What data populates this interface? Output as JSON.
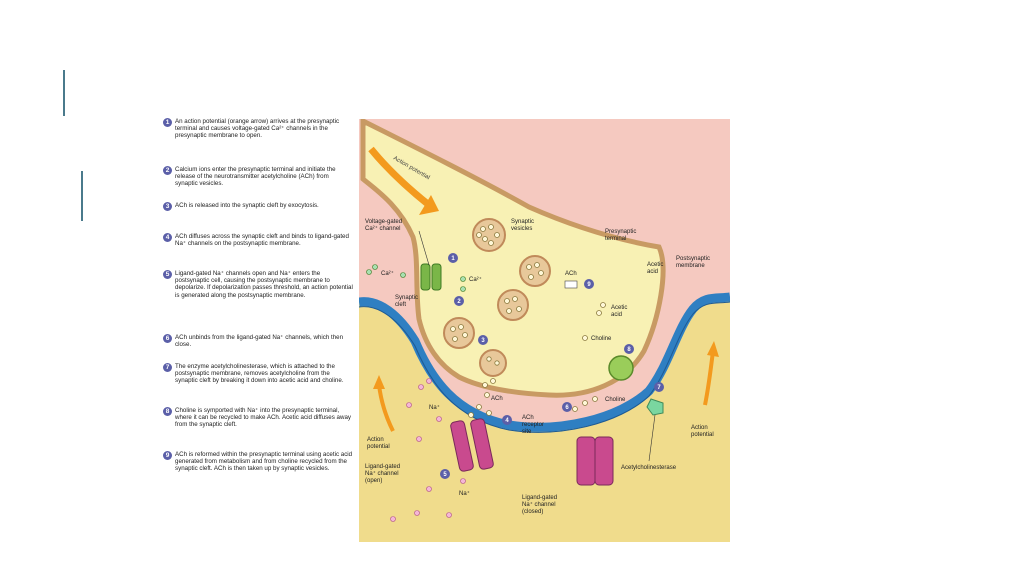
{
  "steps": [
    {
      "num": "1",
      "text": "An action potential (orange arrow) arrives at the presynaptic terminal and causes voltage-gated Ca²⁺ channels in the presynaptic membrane to open."
    },
    {
      "num": "2",
      "text": "Calcium ions enter the presynaptic terminal and initiate the release of the neurotransmitter acetylcholine (ACh) from synaptic vesicles."
    },
    {
      "num": "3",
      "text": "ACh is released into the synaptic cleft by exocytosis."
    },
    {
      "num": "4",
      "text": "ACh diffuses across the synaptic cleft and binds to ligand-gated Na⁺ channels on the postsynaptic membrane."
    },
    {
      "num": "5",
      "text": "Ligand-gated Na⁺ channels open and Na⁺ enters the postsynaptic cell, causing the postsynaptic membrane to depolarize. If depolarization passes threshold, an action potential is generated along the postsynaptic membrane."
    },
    {
      "num": "6",
      "text": "ACh unbinds from the ligand-gated Na⁺ channels, which then close."
    },
    {
      "num": "7",
      "text": "The enzyme acetylcholinesterase, which is attached to the postsynaptic membrane, removes acetylcholine from the synaptic cleft by breaking it down into acetic acid and choline."
    },
    {
      "num": "8",
      "text": "Choline is symported with Na⁺ into the presynaptic terminal, where it can be recycled to make ACh. Acetic acid diffuses away from the synaptic cleft."
    },
    {
      "num": "9",
      "text": "ACh is reformed within the presynaptic terminal using acetic acid generated from metabolism and from choline recycled from the synaptic cleft. ACh is then taken up by synaptic vesicles."
    }
  ],
  "labels": {
    "action_potential_top": "Action potential",
    "voltage_gated": "Voltage-gated",
    "ca_channel": "Ca²⁺ channel",
    "ca_left": "Ca²⁺",
    "ca_right": "Ca²⁺",
    "synaptic": "Synaptic",
    "vesicles": "vesicles",
    "presynaptic": "Presynaptic",
    "terminal": "terminal",
    "postsynaptic": "Postsynaptic",
    "membrane": "membrane",
    "ach_inside": "ACh",
    "acetic": "Acetic",
    "acid": "acid",
    "acetic_out": "Acetic",
    "acid_out": "acid",
    "choline_inside": "Choline",
    "choline_out": "Choline",
    "synaptic_cleft1": "Synaptic",
    "synaptic_cleft2": "cleft",
    "na_left": "Na⁺",
    "ach_cleft": "ACh",
    "ach_receptor1": "ACh",
    "ach_receptor2": "receptor",
    "ach_receptor3": "site",
    "ap_left1": "Action",
    "ap_left2": "potential",
    "ap_right1": "Action",
    "ap_right2": "potential",
    "ligand_open1": "Ligand-gated",
    "ligand_open2": "Na⁺ channel",
    "ligand_open3": "(open)",
    "na_bottom": "Na⁺",
    "ligand_closed1": "Ligand-gated",
    "ligand_closed2": "Na⁺ channel",
    "ligand_closed3": "(closed)",
    "acetylcholinesterase": "Acetylcholinesterase"
  },
  "markers": {
    "m1": "1",
    "m2": "2",
    "m3": "3",
    "m4": "4",
    "m5": "5",
    "m6": "6",
    "m7": "7",
    "m8": "8",
    "m9": "9"
  },
  "colors": {
    "cytoplasm": "#f8f1b4",
    "presynaptic_border": "#c89a63",
    "cleft": "#f5c9c0",
    "postsynaptic": "#f0dc8c",
    "membrane_blue": "#2f7fc2",
    "arrow_orange": "#f39a1e",
    "channel_pink": "#c94a8e",
    "channel_green": "#7ab648",
    "marker": "#5b5fa8"
  }
}
